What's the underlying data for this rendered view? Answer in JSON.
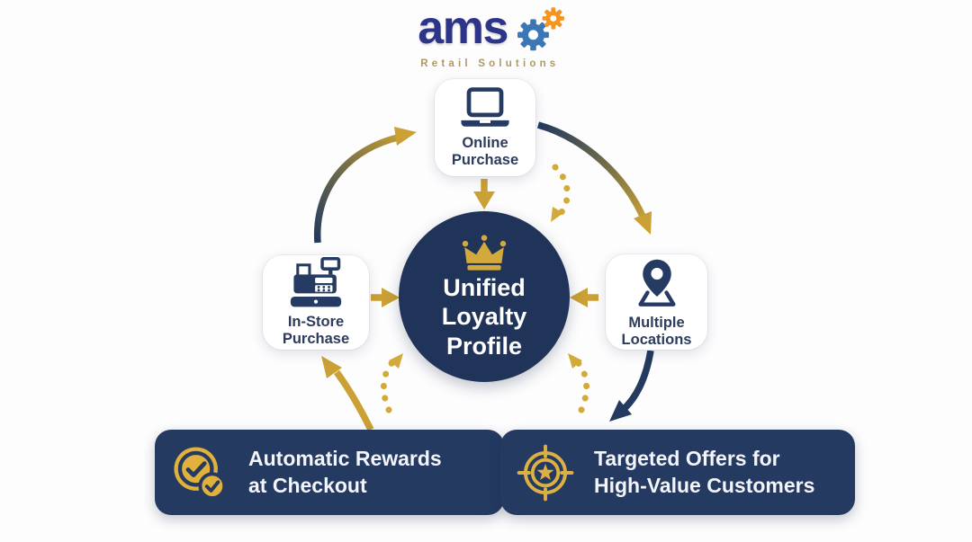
{
  "logo": {
    "brand": "ams",
    "tagline": "Retail Solutions",
    "gears_icon": "gears-icon"
  },
  "center": {
    "title": "Unified Loyalty Profile",
    "icon": "crown-icon"
  },
  "nodes": [
    {
      "id": "online-purchase",
      "label": "Online Purchase",
      "icon": "laptop-icon"
    },
    {
      "id": "in-store-purchase",
      "label": "In-Store Purchase",
      "icon": "cash-register-icon"
    },
    {
      "id": "multiple-locations",
      "label": "Multiple Locations",
      "icon": "map-pin-icon"
    }
  ],
  "benefits": [
    {
      "id": "automatic-rewards",
      "label": "Automatic Rewards at Checkout",
      "icon": "rewards-check-icon"
    },
    {
      "id": "targeted-offers",
      "label": "Targeted Offers for High-Value Customers",
      "icon": "target-star-icon"
    }
  ],
  "colors": {
    "navy_circle": "#20345a",
    "navy_panel": "#243a61",
    "navy_arrow": "#243a5e",
    "gold_arrow": "#cba135",
    "gold_dotted": "#d3a93a",
    "gold_icon": "#e0b13c",
    "logo_blue": "#2d3589",
    "gear_blue": "#3c77b5",
    "gear_orange": "#f7941e",
    "tagline_tan": "#ab9865",
    "node_text": "#2d3c5e",
    "background": "#ffffff"
  }
}
